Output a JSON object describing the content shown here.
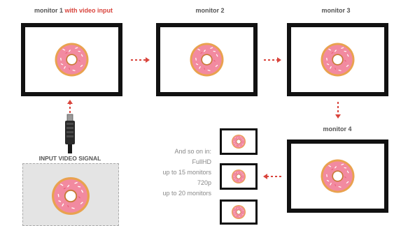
{
  "monitors": {
    "m1": {
      "label_main": "monitor 1 ",
      "label_accent": "with video input"
    },
    "m2": {
      "label": "monitor 2"
    },
    "m3": {
      "label": "monitor 3"
    },
    "m4": {
      "label": "monitor 4"
    }
  },
  "side_text": {
    "line1": "And so on in:",
    "line2": "FullHD",
    "line3": "up to 15 monitors",
    "line4": "720p",
    "line5": "up to 20 monitors"
  },
  "input": {
    "label": "INPUT VIDEO SIGNAL"
  },
  "colors": {
    "accent": "#d9443c",
    "arrow": "#d9443c",
    "bezel": "#111111",
    "donut_icing": "#f28aa0",
    "donut_dough": "#e9a24f"
  }
}
